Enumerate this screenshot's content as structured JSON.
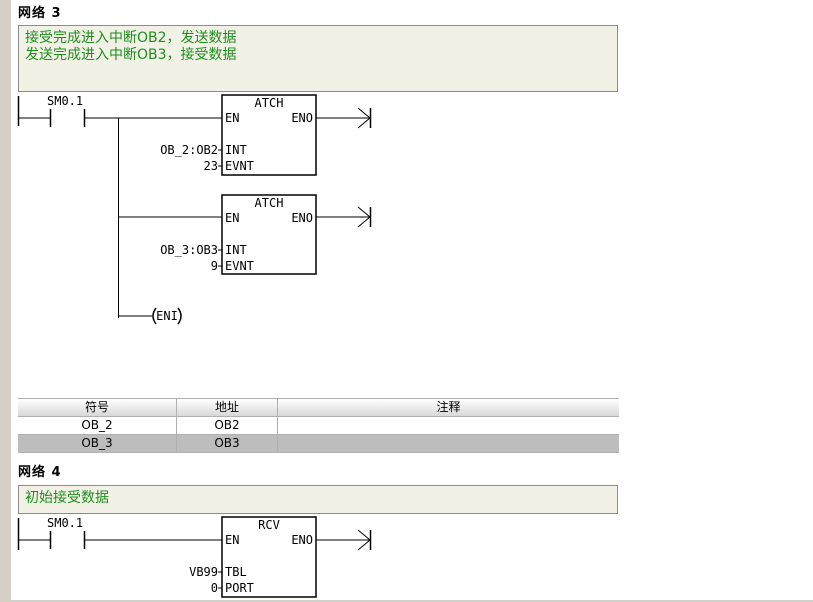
{
  "network3": {
    "title": "网络 3",
    "comment_lines": [
      "接受完成进入中断OB2，发送数据",
      "发送完成进入中断OB3，接受数据"
    ],
    "contact_label": "SM0.1",
    "box1": {
      "name": "ATCH",
      "en": "EN",
      "eno": "ENO",
      "in1_label": "INT",
      "in2_label": "EVNT",
      "in1_value": "OB_2:OB2",
      "in2_value": "23"
    },
    "box2": {
      "name": "ATCH",
      "en": "EN",
      "eno": "ENO",
      "in1_label": "INT",
      "in2_label": "EVNT",
      "in1_value": "OB_3:OB3",
      "in2_value": "9"
    },
    "coil_label": "ENI"
  },
  "symbol_table": {
    "headers": [
      "符号",
      "地址",
      "注释"
    ],
    "rows": [
      {
        "symbol": "OB_2",
        "address": "OB2",
        "comment": ""
      },
      {
        "symbol": "OB_3",
        "address": "OB3",
        "comment": ""
      }
    ]
  },
  "network4": {
    "title": "网络 4",
    "comment_lines": [
      "初始接受数据"
    ],
    "contact_label": "SM0.1",
    "box1": {
      "name": "RCV",
      "en": "EN",
      "eno": "ENO",
      "in1_label": "TBL",
      "in2_label": "PORT",
      "in1_value": "VB99",
      "in2_value": "0"
    }
  }
}
